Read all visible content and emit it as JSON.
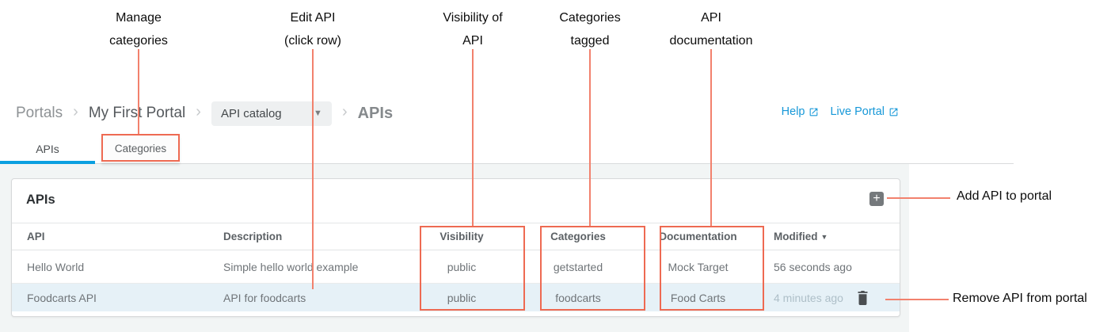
{
  "callouts": {
    "top": [
      {
        "line1": "Manage",
        "line2": "categories"
      },
      {
        "line1": "Edit API",
        "line2": "(click row)"
      },
      {
        "line1": "Visibility of",
        "line2": "API"
      },
      {
        "line1": "Categories",
        "line2": "tagged"
      },
      {
        "line1": "API",
        "line2": "documentation"
      }
    ],
    "add_api": "Add API to portal",
    "remove_api": "Remove API from portal"
  },
  "breadcrumb": {
    "portals": "Portals",
    "portal_name": "My First Portal",
    "page_dropdown_value": "API catalog",
    "current": "APIs"
  },
  "links": {
    "help": "Help",
    "live_portal": "Live Portal"
  },
  "tabs": {
    "apis": "APIs",
    "categories": "Categories"
  },
  "panel": {
    "title": "APIs",
    "add_button": "+"
  },
  "table": {
    "headers": {
      "api": "API",
      "description": "Description",
      "visibility": "Visibility",
      "categories": "Categories",
      "documentation": "Documentation",
      "modified": "Modified"
    },
    "sort": {
      "column": "Modified",
      "direction": "desc"
    },
    "rows": [
      {
        "api": "Hello World",
        "description": "Simple hello world example",
        "visibility": "public",
        "categories": "getstarted",
        "documentation": "Mock Target",
        "modified": "56 seconds ago"
      },
      {
        "api": "Foodcarts API",
        "description": "API for foodcarts",
        "visibility": "public",
        "categories": "foodcarts",
        "documentation": "Food Carts",
        "modified": "4 minutes ago",
        "highlighted": true
      }
    ]
  },
  "colors": {
    "annotation_red": "#ee6a52",
    "accent_blue": "#0b9fe0",
    "link_blue": "#1798d8",
    "row_highlight": "#e6f1f7",
    "content_bg": "#f2f5f5"
  }
}
